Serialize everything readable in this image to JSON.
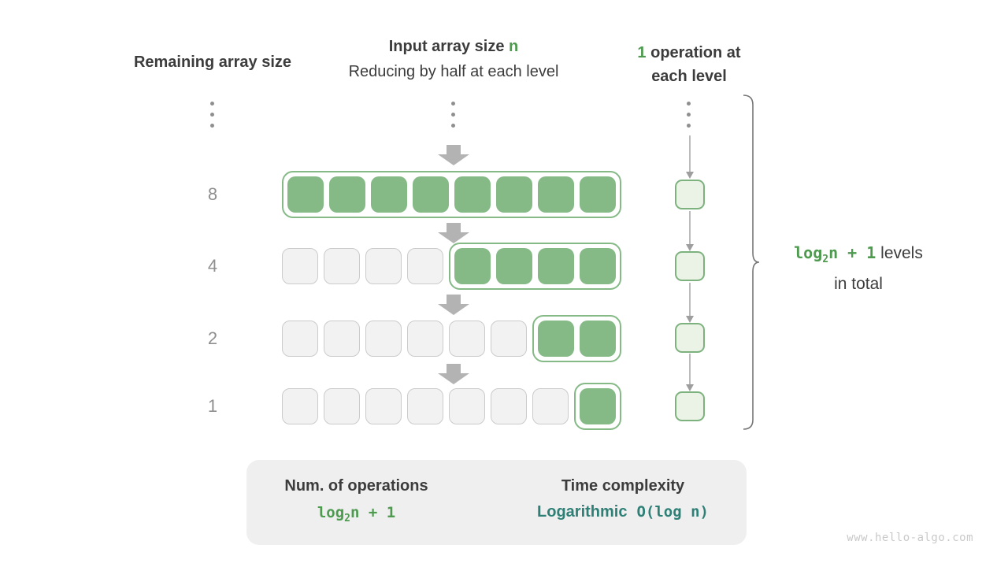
{
  "colors": {
    "text-dark": "#3C3C3C",
    "text-gray": "#8F8F8F",
    "green-text": "#4E9B50",
    "teal-text": "#2E8077",
    "cell-green": "#85BA87",
    "cell-gray-fill": "#F2F2F2",
    "cell-gray-border": "#CBCBCB",
    "op-fill": "#EAF3E5",
    "op-border": "#7DB27F",
    "arrow-bold": "#B3B3B3",
    "arrow-thin": "#9E9E9E",
    "brace": "#757575",
    "box-bg": "#EFEFEF",
    "box-arrow": "#C2C2C2",
    "watermark": "#C9C9C9"
  },
  "headers": {
    "left": "Remaining array size",
    "center_line1_text": "Input array size ",
    "center_line1_accent": "n",
    "center_line2": "Reducing by half at each level",
    "right_accent": "1",
    "right_line1_text": " operation at",
    "right_line2": "each level"
  },
  "diagram": {
    "rows": [
      {
        "remaining": "8",
        "gray": 0,
        "green": 8
      },
      {
        "remaining": "4",
        "gray": 4,
        "green": 4
      },
      {
        "remaining": "2",
        "gray": 6,
        "green": 2
      },
      {
        "remaining": "1",
        "gray": 7,
        "green": 1
      }
    ]
  },
  "brace_label": {
    "formula_fn": "log",
    "formula_sub": "2",
    "formula_tail": "n + 1",
    "line1_rest": " levels",
    "line2": "in total"
  },
  "summary": {
    "left_title": "Num. of operations",
    "left_formula_fn": "log",
    "left_formula_sub": "2",
    "left_formula_tail": "n + 1",
    "right_title": "Time complexity",
    "right_value_word": "Logarithmic",
    "right_value_code": "O(log n)"
  },
  "watermark": "www.hello-algo.com"
}
